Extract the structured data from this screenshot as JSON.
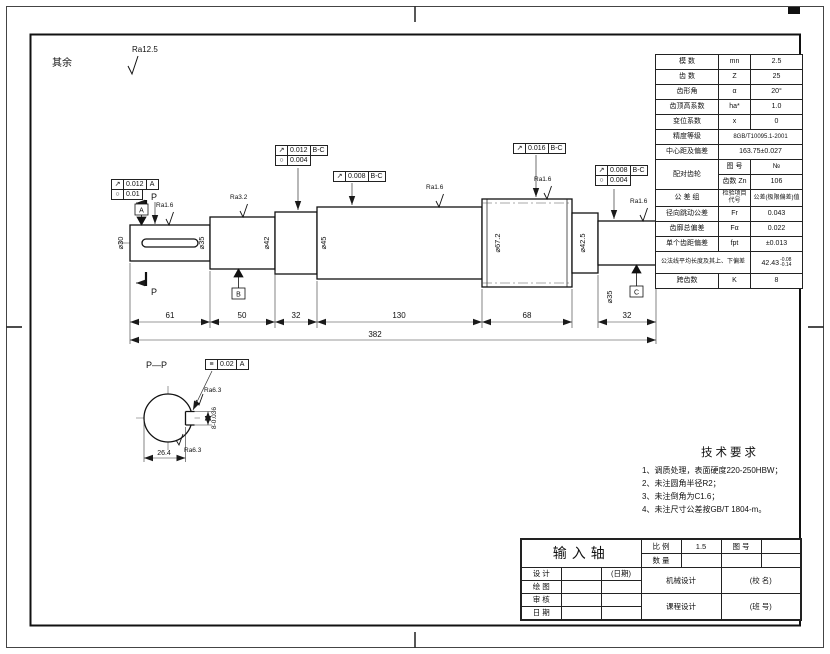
{
  "general_roughness": {
    "prefix": "其余",
    "value": "Ra12.5"
  },
  "gear_table": {
    "rows": [
      {
        "label": "模 数",
        "sym": "mn",
        "val": "2.5"
      },
      {
        "label": "齿 数",
        "sym": "Z",
        "val": "25"
      },
      {
        "label": "齿形角",
        "sym": "α",
        "val": "20°"
      },
      {
        "label": "齿顶高系数",
        "sym": "ha*",
        "val": "1.0"
      },
      {
        "label": "变位系数",
        "sym": "x",
        "val": "0"
      }
    ],
    "precision_label": "精度等级",
    "precision_val": "8GB/T10095.1-2001",
    "center_label": "中心距及偏差",
    "center_val": "163.75±0.027",
    "mating_group": "配对齿轮",
    "mating_r1_label": "图 号",
    "mating_r1_val": "№",
    "mating_r2_label": "齿数 Zn",
    "mating_r2_val": "106",
    "tol_head_1": "公 差 组",
    "tol_head_2": "检验项目代号",
    "tol_head_3": "公差(极限偏差)值",
    "tol_rows": [
      {
        "label": "径向跳动公差",
        "sym": "Fr",
        "val": "0.043"
      },
      {
        "label": "齿廓总偏差",
        "sym": "Fα",
        "val": "0.022"
      },
      {
        "label": "单个齿距偏差",
        "sym": "fpt",
        "val": "±0.013"
      }
    ],
    "wk_label": "公法线平均长度及其上、下偏差",
    "wk_val": "42.43",
    "wk_sup": "-0.08",
    "wk_sub": "-0.14",
    "span_label": "跨齿数",
    "span_sym": "K",
    "span_val": "8"
  },
  "tech_req": {
    "title": "技术要求",
    "items": [
      "1、调质处理，表面硬度220-250HBW；",
      "2、未注圆角半径R2；",
      "3、未注倒角为C1.6；",
      "4、未注尺寸公差按GB/T 1804-m。"
    ]
  },
  "title_block": {
    "part_name": "输入轴",
    "scale_label": "比 例",
    "scale_val": "1.5",
    "qty_label": "数 量",
    "qty_val": "",
    "drawno_label": "图 号",
    "drawno_val": "",
    "date_hint": "(日期)",
    "row_labels": [
      "设 计",
      "绘 图",
      "审 核",
      "日 期"
    ],
    "course_line1": "机械设计",
    "course_line2": "课程设计",
    "school_hint": "(校 名)",
    "class_hint": "(班 号)"
  },
  "dims": {
    "seg1": "61",
    "seg2": "50",
    "seg3": "32",
    "seg4": "130",
    "seg5": "68",
    "seg6": "32",
    "total": "382",
    "dia1": "⌀30",
    "dia2": "⌀35",
    "dia3": "⌀42",
    "dia4": "⌀45",
    "dia_gear": "⌀67.2",
    "dia5": "⌀42.5",
    "dia6": "⌀35",
    "key_width": "8-0.036",
    "key_depth": "26.4"
  },
  "fcf": {
    "f1a_sym": "↗",
    "f1a_tol": "0.012",
    "f1a_datum": "A",
    "f1b_sym": "○",
    "f1b_tol": "0.01",
    "f2a_sym": "↗",
    "f2a_tol": "0.012",
    "f2a_datum": "B-C",
    "f2b_sym": "○",
    "f2b_tol": "0.004",
    "f3_sym": "↗",
    "f3_tol": "0.008",
    "f3_datum": "B-C",
    "f4_sym": "↗",
    "f4_tol": "0.016",
    "f4_datum": "B-C",
    "f5_sym": "↗",
    "f5_tol": "0.008",
    "f5_datum": "B-C",
    "f6_sym": "○",
    "f6_tol": "0.004",
    "f7_sym": "≡",
    "f7_tol": "0.02",
    "f7_datum": "A"
  },
  "datums": {
    "a": "A",
    "b": "B",
    "c": "C"
  },
  "section": {
    "letter": "P",
    "view_label": "P—P"
  },
  "roughness": {
    "ra1": "Ra1.6",
    "ra2": "Ra3.2",
    "ra3": "Ra1.6",
    "ra4": "Ra1.6",
    "ra5": "Ra1.6",
    "ra6": "Ra6.3",
    "ra7": "Ra6.3"
  }
}
